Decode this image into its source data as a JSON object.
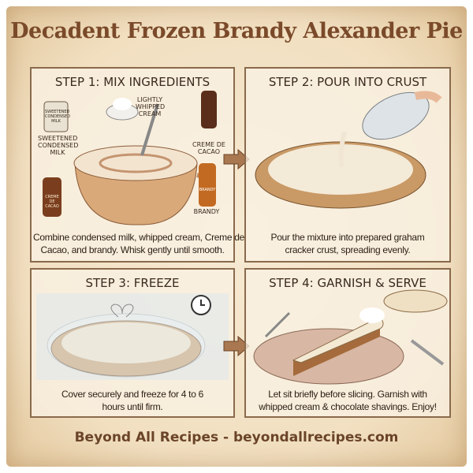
{
  "title": "Decadent Frozen Brandy Alexander Pie",
  "steps": [
    {
      "heading": "STEP 1: MIX INGREDIENTS",
      "caption_line1": "Combine condensed milk, whipped cream, Creme de",
      "caption_line2": "Cacao, and brandy. Whisk gently until smooth.",
      "labels": {
        "milk": "SWEETENED CONDENSED MILK",
        "milk_can": "SWEETENED CONDENSED MILK",
        "cream": "LIGHTLY WHIPPED CREAM",
        "cacao": "CREME DE CACAO",
        "bottle_cacao": "CREME DE CACAO",
        "brandy": "BRANDY",
        "bottle_brandy": "BRANDY"
      }
    },
    {
      "heading": "STEP 2: POUR INTO CRUST",
      "caption_line1": "Pour the mixture into prepared graham",
      "caption_line2": "cracker crust, spreading evenly."
    },
    {
      "heading": "STEP 3: FREEZE",
      "caption_line1": "Cover securely and freeze for 4 to 6",
      "caption_line2": "hours until firm."
    },
    {
      "heading": "STEP 4: GARNISH & SERVE",
      "caption_line1": "Let sit briefly before slicing. Garnish with",
      "caption_line2": "whipped cream & chocolate shavings. Enjoy!"
    }
  ],
  "footer": "Beyond All Recipes - beyondallrecipes.com",
  "icons": [
    "whisk-icon",
    "bottle-icon",
    "arrow-right-icon",
    "clock-icon",
    "fork-icon",
    "knife-icon"
  ]
}
